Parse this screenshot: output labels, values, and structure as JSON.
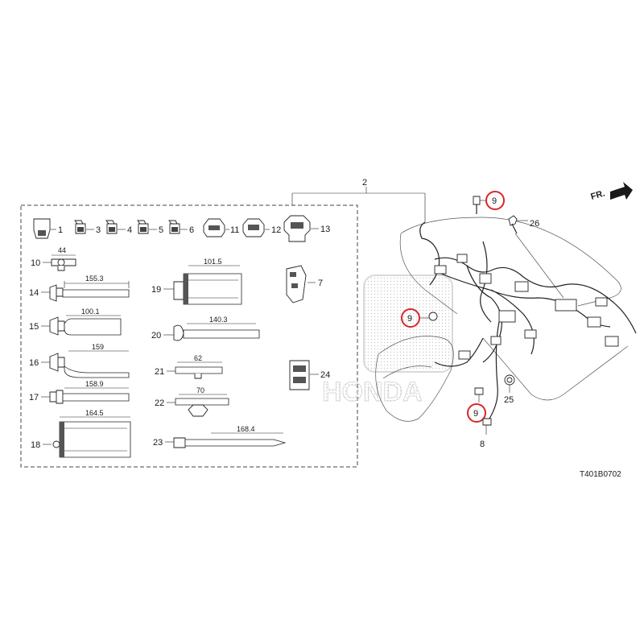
{
  "diagram_code": "T401B0702",
  "front_indicator": "FR.",
  "colors": {
    "highlight": "#d8262a",
    "ink": "#222222",
    "watermark": "#d9d9d9"
  },
  "watermark_brand": "HONDA",
  "kit_callouts": [
    "1",
    "3",
    "4",
    "5",
    "6",
    "11",
    "12",
    "13",
    "10",
    "14",
    "15",
    "16",
    "17",
    "18",
    "19",
    "20",
    "21",
    "22",
    "23",
    "7",
    "24"
  ],
  "harness_callouts": [
    "2",
    "9",
    "26",
    "9",
    "25",
    "9",
    "8"
  ],
  "dimensions": [
    "44",
    "155.3",
    "100.1",
    "159",
    "158.9",
    "164.5",
    "101.5",
    "140.3",
    "62",
    "70",
    "168.4"
  ]
}
